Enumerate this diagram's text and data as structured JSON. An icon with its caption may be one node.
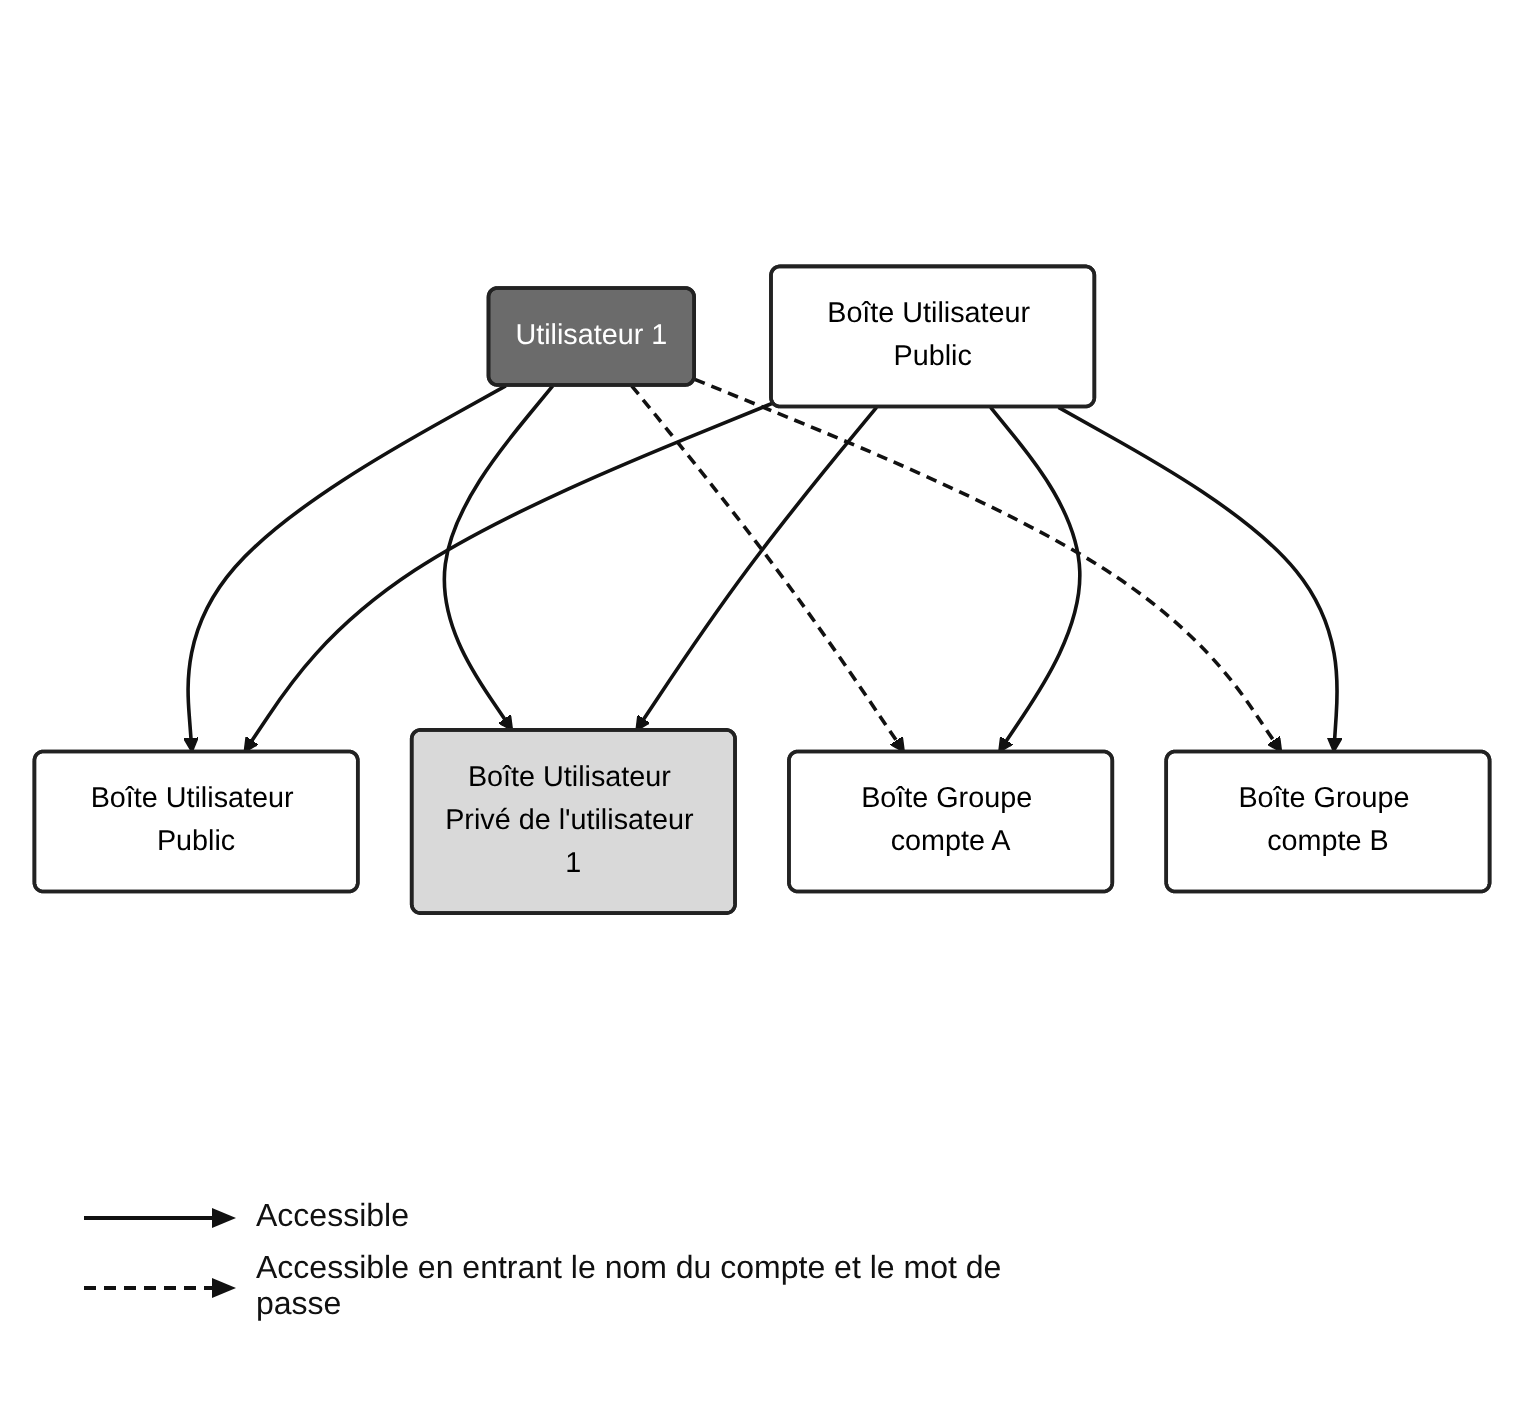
{
  "diagram": {
    "nodes": [
      {
        "text": [
          "Utilisateur 1"
        ]
      },
      {
        "text": [
          "Boîte Utilisateur Public"
        ]
      },
      {
        "text": [
          "Boîte Utilisateur Privé de l'utilisateur 1"
        ]
      },
      {
        "text": [
          "Boîte Groupe compte A"
        ]
      },
      {
        "text": [
          "Boîte Groupe compte B"
        ]
      },
      {
        "text": [
          "Boîte Utilisateur Public"
        ]
      }
    ],
    "edges": [
      {
        "from": 0,
        "to": 1,
        "arrow": "to"
      },
      {
        "from": 0,
        "to": 2,
        "arrow": "to"
      },
      {
        "from": 0,
        "to": 3,
        "arrow": "to",
        "style": "dashed"
      },
      {
        "from": 0,
        "to": 4,
        "arrow": "to",
        "style": "dashed"
      },
      {
        "from": 5,
        "to": 1,
        "arrow": "to"
      },
      {
        "from": 5,
        "to": 2,
        "arrow": "to"
      },
      {
        "from": 5,
        "to": 3,
        "arrow": "to"
      },
      {
        "from": 5,
        "to": 4,
        "arrow": "to"
      }
    ],
    "legend": [
      {
        "text": "Accessible"
      },
      {
        "text": "Accessible en entrant le nom du compte et le mot de passe"
      }
    ]
  }
}
